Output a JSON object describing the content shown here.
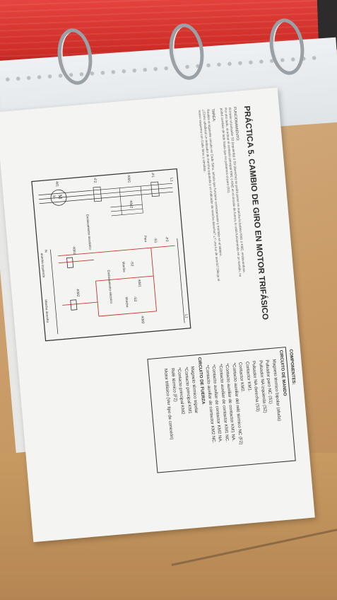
{
  "document": {
    "title": "PRÁCTICA 5. CAMBIO DE GIRO EN MOTOR TRIFÁSICO",
    "funcionamiento_heading": "FUNCIONAMIENTO:",
    "funcionamiento_lines": [
      "Al iniciar el pulsador S2 (izquierda) ó S3 (derecha) se podrá poner en marcha la bobina KM1 ó KM2, enclavandose.",
      "Por otro lado, al actuar el contacto principal KM1 ó KM2 en el circuito de fuerza, lo está funcionando en un sentido, no",
      "podrá cambiar de lado hasta que no pulsemos el paro (S1)."
    ],
    "tarea_heading": "TAREA:",
    "tarea_lines": [
      "Realiza el siguiente circuito en Cade Simu, simula que funcione correctamente y móntalo en el tablero.",
      "¿Cómo añadirías un indicador de marcha izquierda y un indicador de marcha derecha? ¿Y una luz de avería? Dibuja el",
      "nuevo esquema con Cade Simu y simúlalo."
    ],
    "components_heading": "COMPONENTES:",
    "components": [
      {
        "text": "CIRCUITO DE MANDO",
        "heading": true
      },
      {
        "text": "Magneto térmico bipolar (afuda)",
        "heading": false
      },
      {
        "text": "Pulsador paro NC (S1)",
        "heading": false
      },
      {
        "text": "Pulsador NA izquierda (S2)",
        "heading": false
      },
      {
        "text": "Pulsador NA derecha (S3)",
        "heading": false
      },
      {
        "text": "Contactor KM1.",
        "heading": false
      },
      {
        "text": "Contactor KM2.",
        "heading": false
      },
      {
        "text": "*Contacto auxiliar del relé térmico NC (F2)",
        "heading": false
      },
      {
        "text": "*Contacto auxiliar de contactor KM1 NA.",
        "heading": false
      },
      {
        "text": "*Contacto auxiliar de contactor KM1 NC.",
        "heading": false
      },
      {
        "text": "*Contacto auxiliar de contactor KM2 NA.",
        "heading": false
      },
      {
        "text": "*Contacto auxiliar de contactor KM2 NC.",
        "heading": false
      },
      {
        "text": "CIRCUITO DE FUERZA",
        "heading": true
      },
      {
        "text": "Magneto térmico tripolar",
        "heading": false
      },
      {
        "text": "*Contacto principal KM1",
        "heading": false
      },
      {
        "text": "*Contacto principal KM2",
        "heading": false
      },
      {
        "text": "Relé térmico (F2)",
        "heading": false
      },
      {
        "text": "Motor trifásico (Ver tipo de conexión)",
        "heading": false
      }
    ],
    "diagram_labels": {
      "f1": "-F1",
      "f2": "-F2",
      "f2b": "-F2",
      "km1": "-KM1",
      "km2": "-KM2",
      "m1": "-M1",
      "motor_symbol": "M",
      "motor_phase": "3~",
      "s1": "-S1",
      "s2": "-S2",
      "s3": "-S3",
      "paro": "Paro",
      "marcha_izq": "Marcha",
      "marcha_der": "Marcha",
      "enclav_left": "Enclavamiento mecánico",
      "enclav_right": "Enclavamiento eléctrico",
      "foot_left": "marcha izquierda",
      "foot_right": "Marcha derecha",
      "l1": "L1",
      "n": "N"
    }
  },
  "colors": {
    "binder": "#d8352f",
    "paper": "#f4f4f2",
    "wires_red": "#c0392b",
    "ink": "#2a2a2a"
  }
}
